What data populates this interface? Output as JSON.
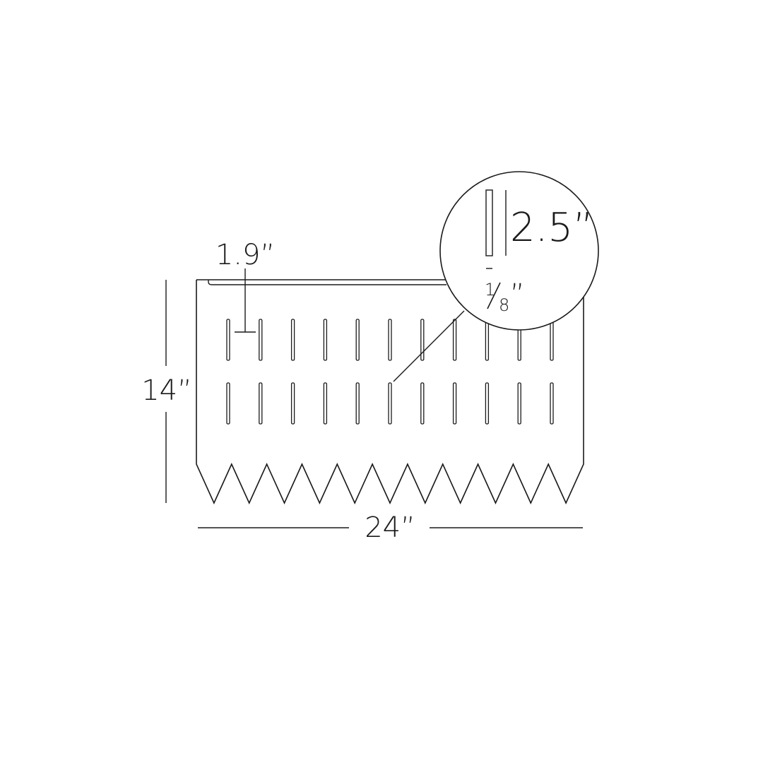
{
  "diagram": {
    "labels": {
      "height": "14”",
      "width": "24”",
      "slot_spacing": "1.9”",
      "slot_length": "2.5”",
      "slot_width_num": "1",
      "slot_width_den": "8",
      "slot_width_unit": "”"
    },
    "slots": {
      "rows": 2,
      "columns": 11
    },
    "teeth": 11,
    "colors": {
      "stroke": "#1a1a1a",
      "background": "#ffffff"
    }
  }
}
